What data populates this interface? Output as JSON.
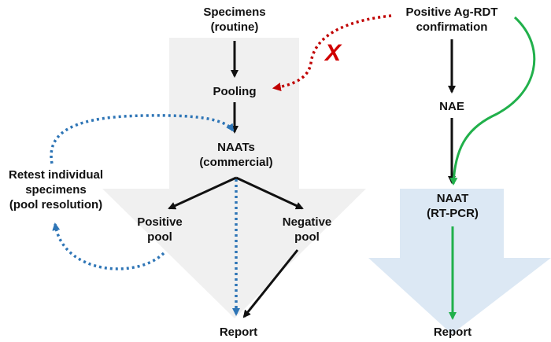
{
  "nodes": {
    "specimens": [
      "Specimens",
      "(routine)"
    ],
    "pooling": [
      "Pooling"
    ],
    "naats": [
      "NAATs",
      "(commercial)"
    ],
    "positive_pool": [
      "Positive",
      "pool"
    ],
    "negative_pool": [
      "Negative",
      "pool"
    ],
    "report_left": [
      "Report"
    ],
    "retest": [
      "Retest individual",
      "specimens",
      "(pool resolution)"
    ],
    "ag_rdt": [
      "Positive Ag-RDT",
      "confirmation"
    ],
    "nae": [
      "NAE"
    ],
    "naat_rtpcr": [
      "NAAT",
      "(RT-PCR)"
    ],
    "report_right": [
      "Report"
    ]
  },
  "blocked_marker": "X",
  "colors": {
    "big_arrow_left": "#f0f0f0",
    "big_arrow_right": "#dce8f4",
    "solid_arrow": "#111111",
    "dotted_blue": "#2e75b6",
    "dotted_red": "#c00000",
    "green_arrow": "#21b04b"
  }
}
